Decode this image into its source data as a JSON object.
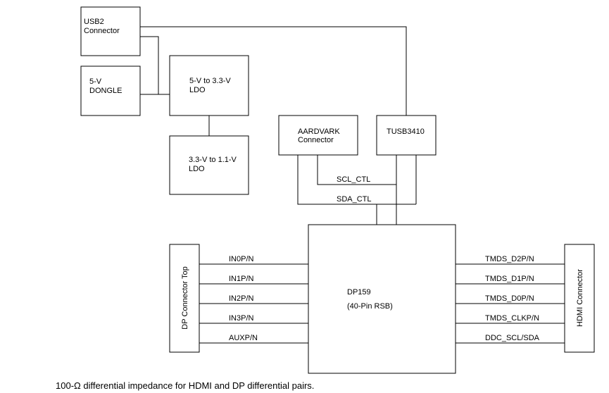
{
  "blocks": {
    "usb2": [
      "USB2",
      "Connector"
    ],
    "dongle": [
      "5-V",
      "DONGLE"
    ],
    "ldo33": [
      "5-V to 3.3-V",
      "LDO"
    ],
    "ldo11": [
      "3.3-V to 1.1-V",
      "LDO"
    ],
    "aardvark": [
      "AARDVARK",
      "Connector"
    ],
    "tusb": "TUSB3410",
    "dp159": [
      "DP159",
      "(40-Pin RSB)"
    ],
    "dp_conn": "DP Connector Top",
    "hdmi_conn": "HDMI Connector"
  },
  "signals": {
    "scl": "SCL_CTL",
    "sda": "SDA_CTL",
    "inputs": [
      "IN0P/N",
      "IN1P/N",
      "IN2P/N",
      "IN3P/N",
      "AUXP/N"
    ],
    "outputs": [
      "TMDS_D2P/N",
      "TMDS_D1P/N",
      "TMDS_D0P/N",
      "TMDS_CLKP/N",
      "DDC_SCL/SDA"
    ]
  },
  "caption": "100-Ω differential impedance for HDMI and DP differential pairs."
}
